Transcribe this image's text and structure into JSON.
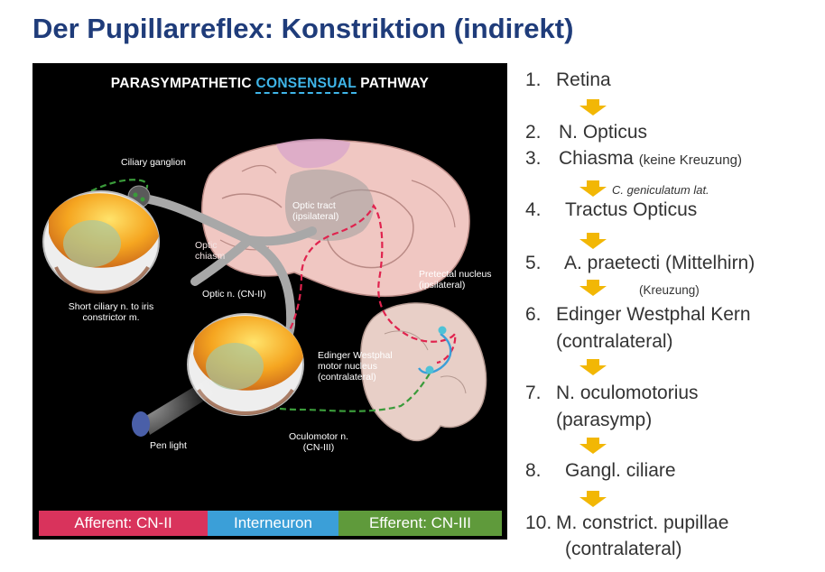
{
  "slide": {
    "title": "Der Pupillarreflex: Konstriktion (indirekt)"
  },
  "figure": {
    "header_prefix": "PARASYMPATHETIC ",
    "header_highlight": "CONSENSUAL",
    "header_suffix": " PATHWAY",
    "labels": {
      "ciliary_ganglion": "Ciliary ganglion",
      "optic_tract": "Optic tract (ipsilateral)",
      "optic_chiasm": "Optic chiasm",
      "optic_nerve": "Optic n. (CN-II)",
      "short_ciliary": "Short ciliary n. to iris constrictor m.",
      "pretectal": "Pretectal nucleus (ipsilateral)",
      "edinger": "Edinger Westphal motor nucleus (contralateral)",
      "oculomotor": "Oculomotor n. (CN-III)",
      "pen_light": "Pen light"
    },
    "legend": {
      "afferent": "Afferent: CN-II",
      "interneuron": "Interneuron",
      "efferent": "Efferent: CN-III"
    },
    "colors": {
      "afferent": "#d9335c",
      "interneuron": "#3b9fd8",
      "efferent": "#5f9a3b",
      "title": "#1f3c7a",
      "arrow": "#f2b705"
    }
  },
  "steps": [
    {
      "num": "1.",
      "text": "Retina"
    },
    {
      "num": "2.",
      "text": "N. Opticus"
    },
    {
      "num": "3.",
      "text": "Chiasma",
      "extra": "(keine Kreuzung)"
    },
    {
      "num": "4.",
      "text": "Tractus Opticus"
    },
    {
      "num": "5.",
      "text": "A. praetecti (Mittelhirn)"
    },
    {
      "num": "6.",
      "text": "Edinger Westphal Kern"
    },
    {
      "num": "",
      "text": "(contralateral)"
    },
    {
      "num": "7.",
      "text": "N. oculomotorius"
    },
    {
      "num": "",
      "text": "(parasymp)"
    },
    {
      "num": "8.",
      "text": "Gangl. ciliare"
    },
    {
      "num": "10.",
      "text": "M. constrict. pupillae"
    },
    {
      "num": "",
      "text": "(contralateral)"
    }
  ],
  "notes": {
    "geniculatum": "C. geniculatum lat.",
    "kreuzung": "(Kreuzung)"
  }
}
